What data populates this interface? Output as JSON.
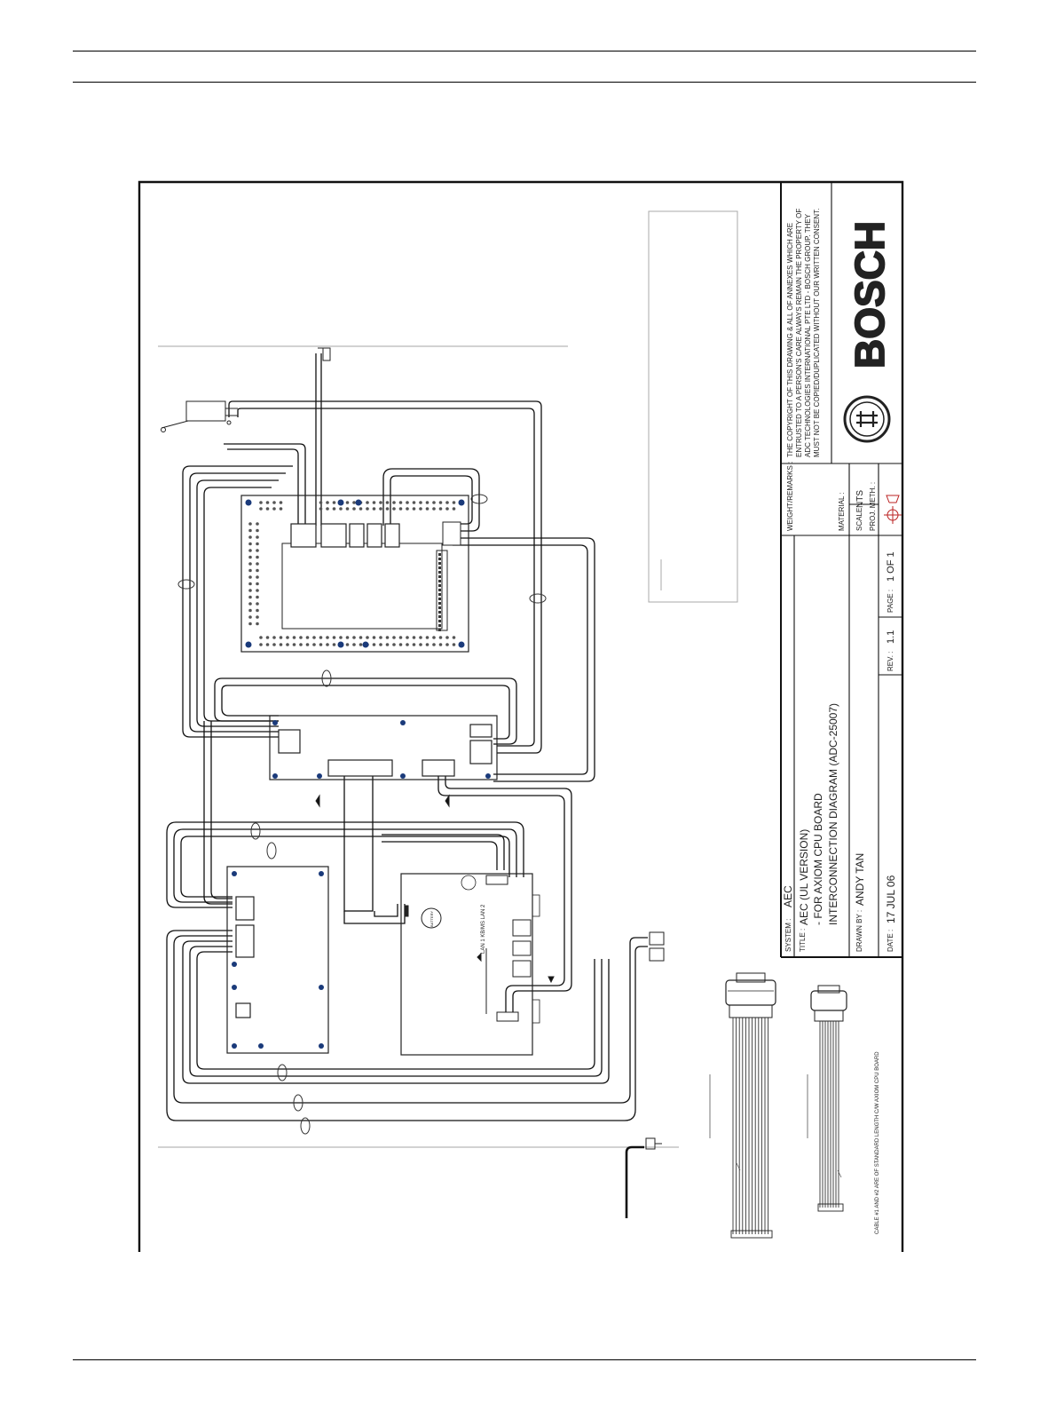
{
  "title_block": {
    "system_label": "SYSTEM :",
    "system_value": "AEC",
    "title_label": "TITLE :",
    "title_line1": "AEC (UL VERSION)",
    "title_line2": "- FOR AXIOM CPU BOARD",
    "title_line3": "INTERCONNECTION DIAGRAM (ADC-25007)",
    "drawn_by_label": "DRAWN BY :",
    "drawn_by_value": "ANDY TAN",
    "date_label": "DATE :",
    "date_value": "17 JUL 06",
    "rev_label": "REV. :",
    "rev_value": "1.1",
    "page_label": "PAGE :",
    "page_value": "1 OF 1",
    "weight_label": "WEIGHT/REMARKS :",
    "material_label": "MATERIAL :",
    "scale_label": "SCALE :",
    "scale_value": "NTS",
    "proj_label": "PROJ. METH. :",
    "copyright_line1": "THE COPYRIGHT OF THIS DRAWING & ALL OF ANNEXES WHICH ARE",
    "copyright_line2": "ENTRUSTED TO A PERSON'S CARE ALWAYS REMAIN THE PROPERTY OF",
    "copyright_line3": "ADC TECHNOLOGIES INTERNATIONAL PTE LTD - BOSCH GROUP. THEY",
    "copyright_line4": "MUST NOT BE COPIED/DUPLICATED WITHOUT OUR WRITTEN CONSENT.",
    "brand": "BOSCH"
  },
  "cable_note": "CABLE #1 AND #2 ARE OF STANDARD LENGTH C/W AXIOM CPU BOARD",
  "cpu_labels": {
    "lan": "LAN 1  KB/MS  LAN 2",
    "battery": "BATTERY"
  }
}
